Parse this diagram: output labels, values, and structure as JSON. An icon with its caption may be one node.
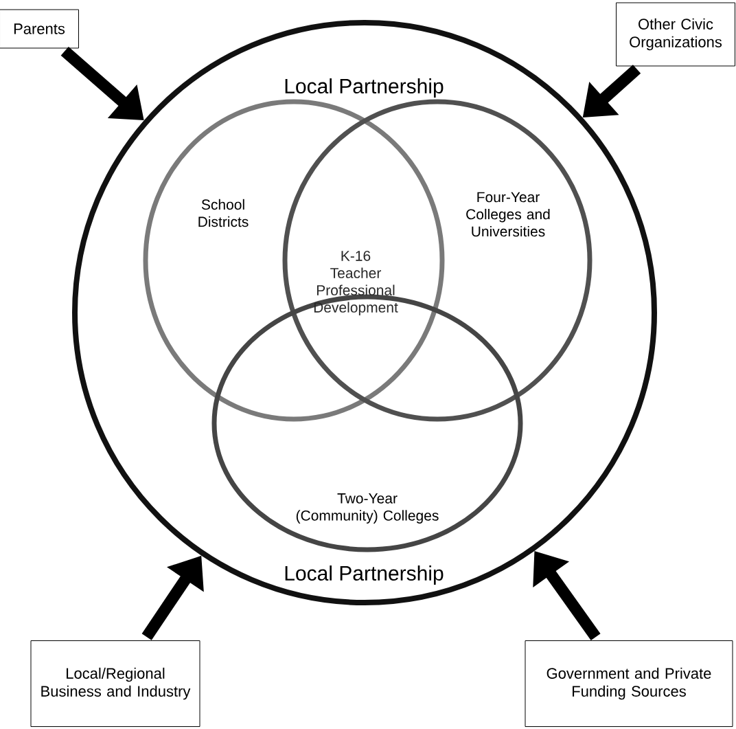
{
  "diagram": {
    "nodes": [
      {
        "text": [
          "Parents"
        ]
      },
      {
        "text": [
          "Other Civic Organizations"
        ]
      },
      {
        "text": [
          "Local Partnership",
          "Local Partnership"
        ]
      },
      {
        "text": [
          "School Districts"
        ],
        "in": 2
      },
      {
        "text": [
          "Four-Year Colleges and Universities"
        ],
        "in": 2
      },
      {
        "text": [
          "Two-Year (Community) Colleges"
        ],
        "in": 2
      },
      {
        "text": [
          "Local/Regional Business and Industry"
        ]
      },
      {
        "text": [
          "Government and Private Funding Sources"
        ]
      }
    ],
    "edges": [
      {
        "from": 0,
        "to": 2,
        "arrow": "to"
      },
      {
        "from": 1,
        "to": 2,
        "arrow": "to"
      },
      {
        "from": 6,
        "to": 2,
        "arrow": "to"
      },
      {
        "from": 7,
        "to": 2,
        "arrow": "to"
      }
    ],
    "labels": [
      "K-16 Teacher Professional Development"
    ]
  }
}
